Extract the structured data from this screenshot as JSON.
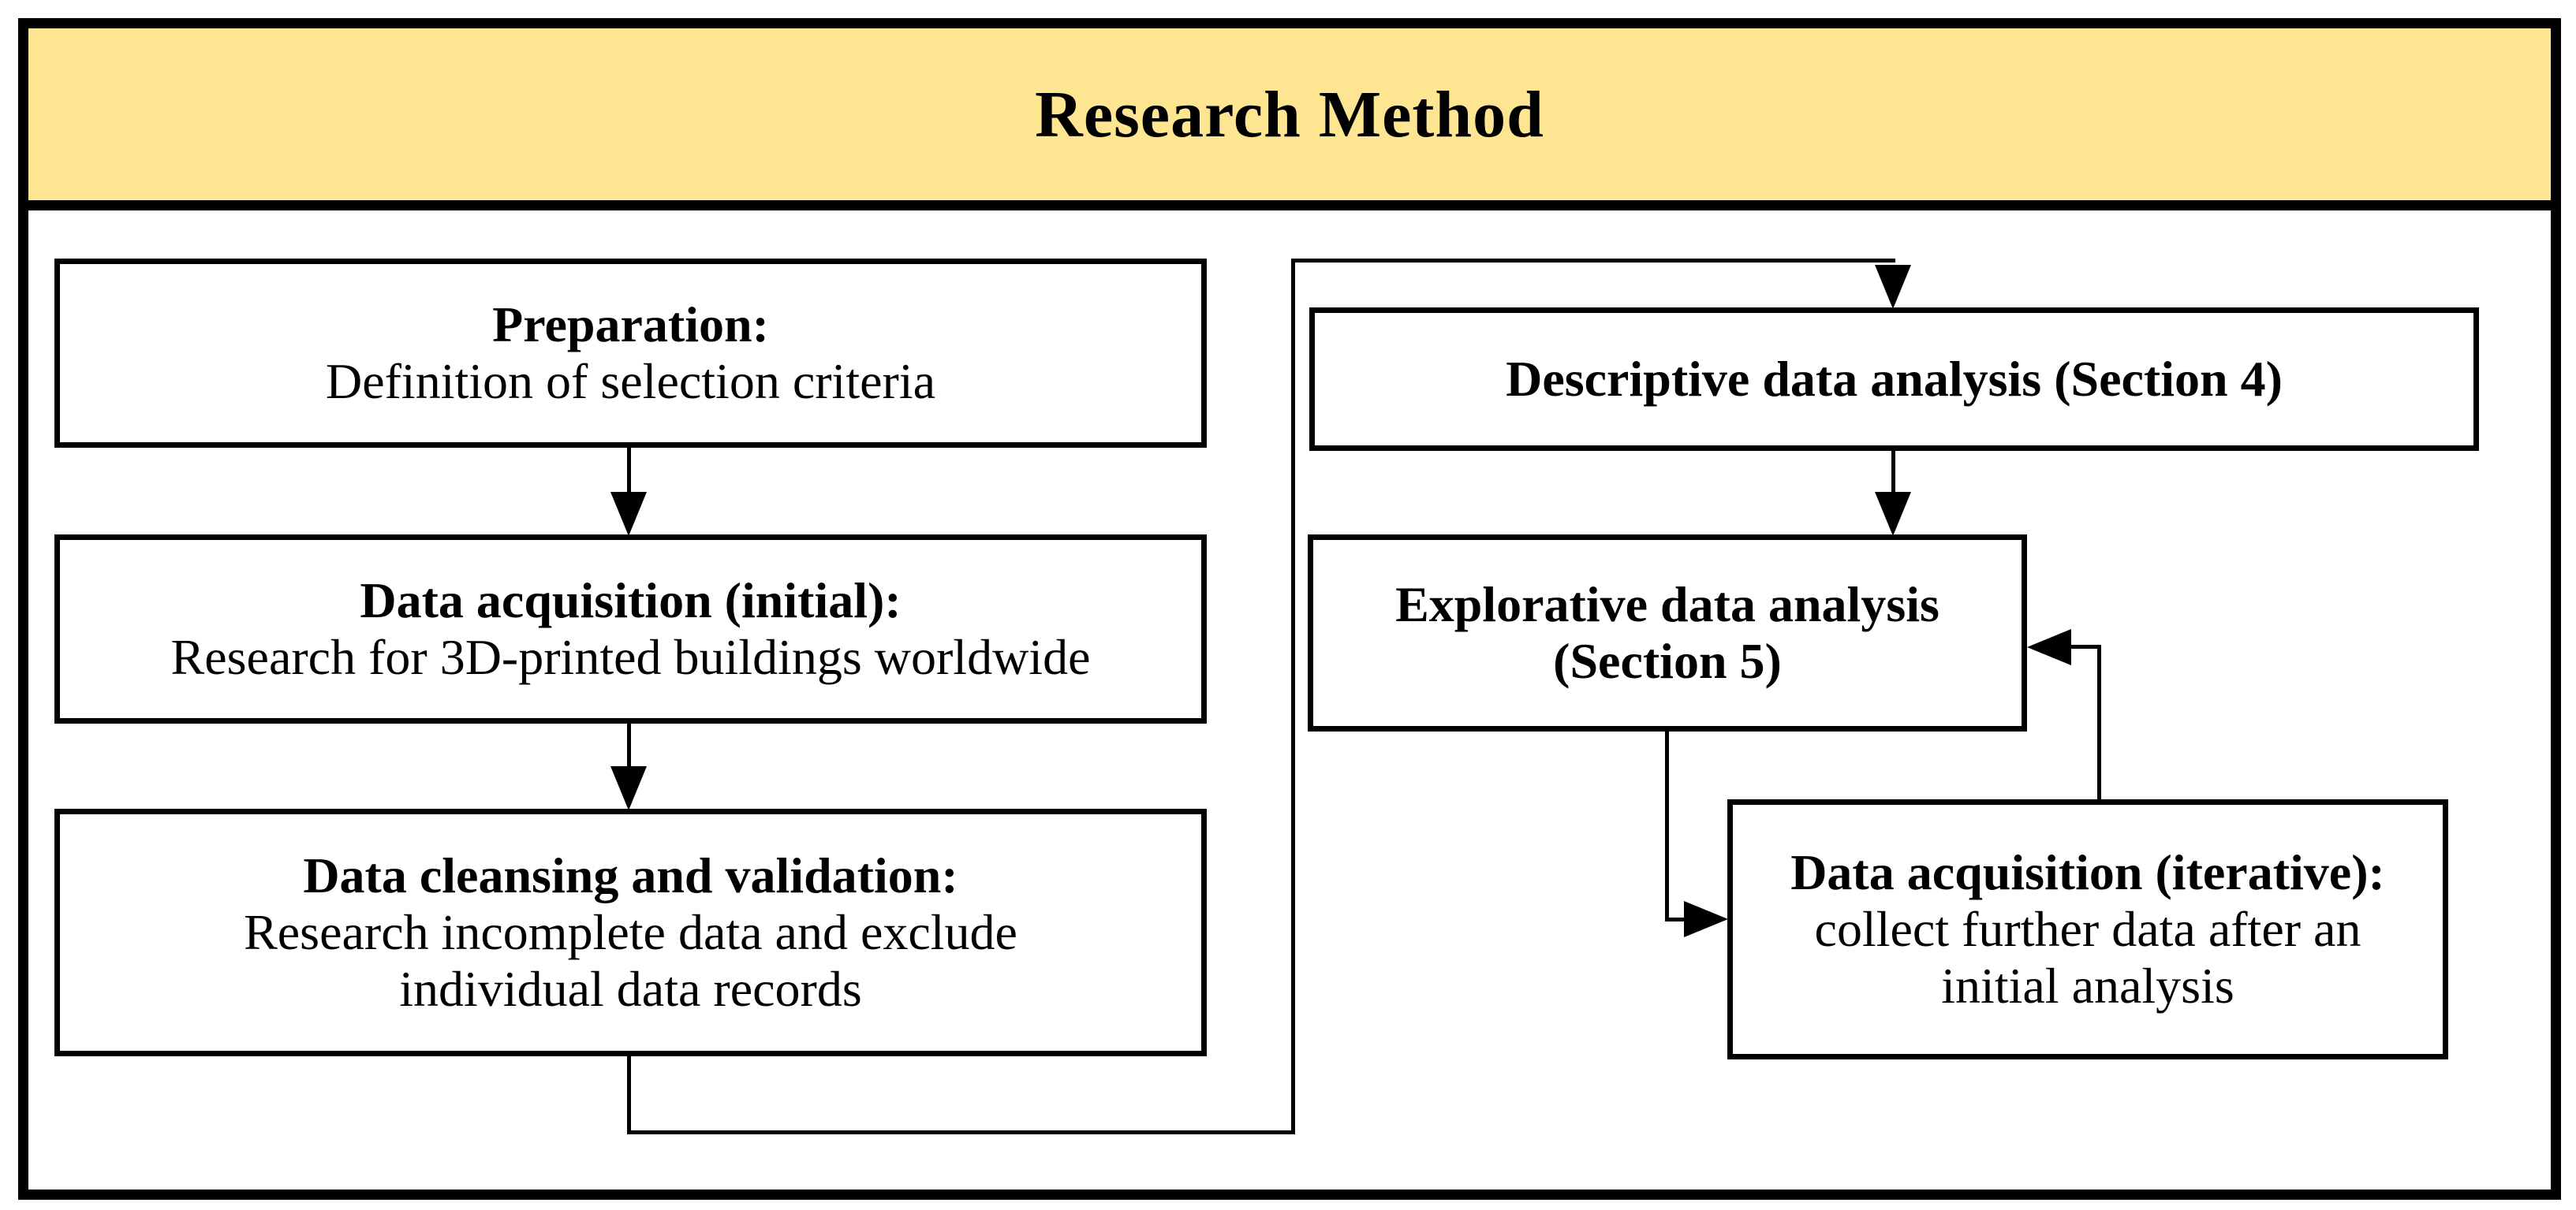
{
  "figure": {
    "title": "Research Method",
    "colors": {
      "banner_fill": "#FDE592",
      "line_color": "#000000",
      "box_fill": "#FFFFFF"
    },
    "nodes": {
      "preparation": {
        "heading": "Preparation:",
        "body": "Definition of selection criteria"
      },
      "data_acquisition_initial": {
        "heading": "Data acquisition (initial):",
        "body": "Research for 3D-printed buildings worldwide"
      },
      "data_cleansing": {
        "heading": "Data cleansing and validation:",
        "body": "Research incomplete data and exclude\nindividual data records"
      },
      "descriptive_analysis": {
        "heading": "Descriptive data analysis (Section 4)"
      },
      "explorative_analysis": {
        "heading": "Explorative data analysis\n(Section 5)"
      },
      "data_acquisition_iterative": {
        "heading": "Data acquisition (iterative):",
        "body": "collect further data after an\ninitial analysis"
      }
    }
  }
}
